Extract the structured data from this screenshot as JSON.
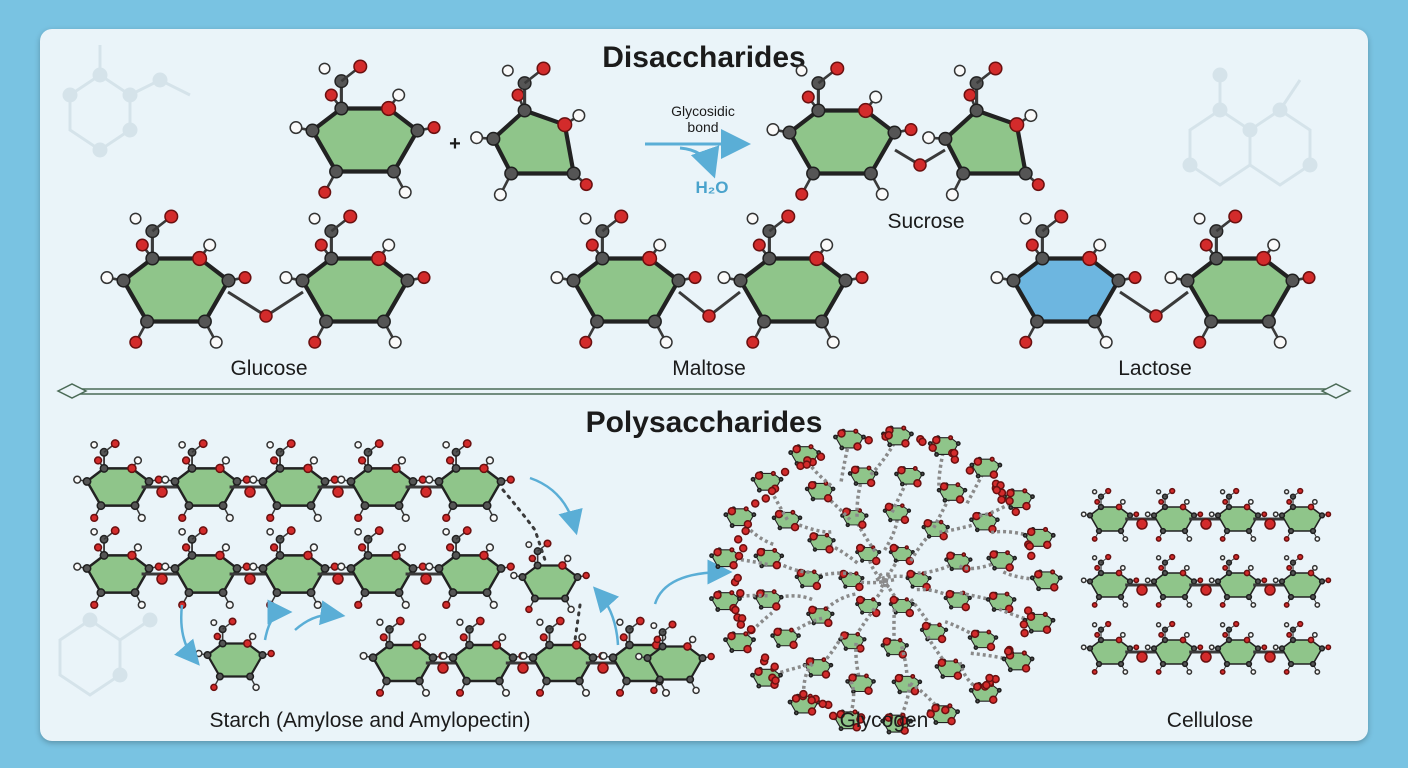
{
  "sections": {
    "disaccharides_title": "Disaccharides",
    "polysaccharides_title": "Polysaccharides"
  },
  "reaction": {
    "plus": "+",
    "arrow_label_line1": "Glycosidic",
    "arrow_label_line2": "bond",
    "byproduct": "H₂O",
    "product_label": "Sucrose"
  },
  "disaccharides": [
    "Glucose",
    "Maltose",
    "Lactose"
  ],
  "polysaccharides": [
    "Starch (Amylose and Amylopectin)",
    "Glycogen",
    "Cellulose"
  ],
  "colors": {
    "background": "#79c3e2",
    "panel": "#eaf4f9",
    "ring_fill": "#8fc58a",
    "ring_fill_galactose": "#6db6e0",
    "carbon": "#3a3a3a",
    "oxygen": "#d32b2b",
    "arrow": "#5aaed6"
  },
  "icons": [
    "sugar-ring-icon",
    "curved-arrow-icon",
    "divider-icon",
    "molecule-watermark-icon"
  ]
}
